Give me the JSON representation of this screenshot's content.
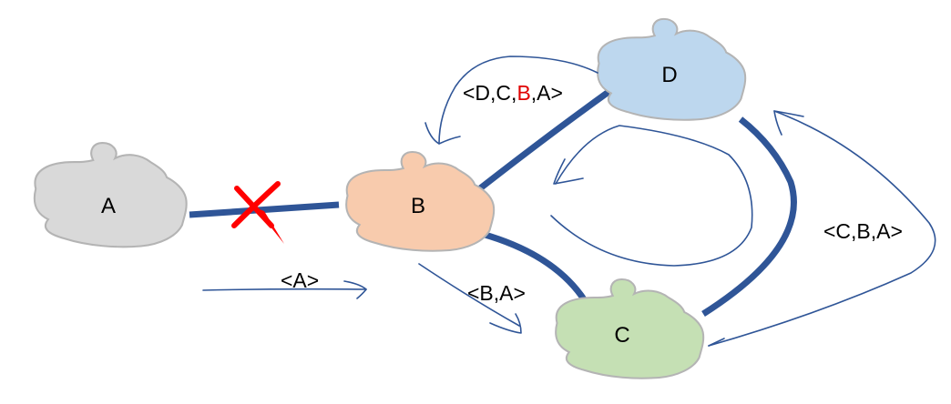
{
  "diagram": {
    "type": "network-path-vector",
    "nodes": [
      {
        "id": "A",
        "label": "A",
        "color": "#d9d9d9"
      },
      {
        "id": "B",
        "label": "B",
        "color": "#f8cbad"
      },
      {
        "id": "C",
        "label": "C",
        "color": "#c5e0b4"
      },
      {
        "id": "D",
        "label": "D",
        "color": "#bdd7ee"
      }
    ],
    "links": [
      {
        "from": "A",
        "to": "B",
        "status": "failed"
      },
      {
        "from": "B",
        "to": "D",
        "status": "up"
      },
      {
        "from": "B",
        "to": "C",
        "status": "up"
      },
      {
        "from": "C",
        "to": "D",
        "status": "up"
      }
    ],
    "announcements": [
      {
        "id": "a-to-b",
        "label": "<A>"
      },
      {
        "id": "b-to-c",
        "label": "<B,A>"
      },
      {
        "id": "c-to-d",
        "label": "<C,B,A>"
      },
      {
        "id": "d-to-b",
        "label_parts": [
          "<D,C,",
          "B",
          ",A>"
        ],
        "highlight_part": 1
      }
    ],
    "colors": {
      "link": "#2f5597",
      "failure_mark": "#ff0000",
      "highlight_text": "#e00000",
      "cloud_outline": "#b4b4b4"
    }
  }
}
